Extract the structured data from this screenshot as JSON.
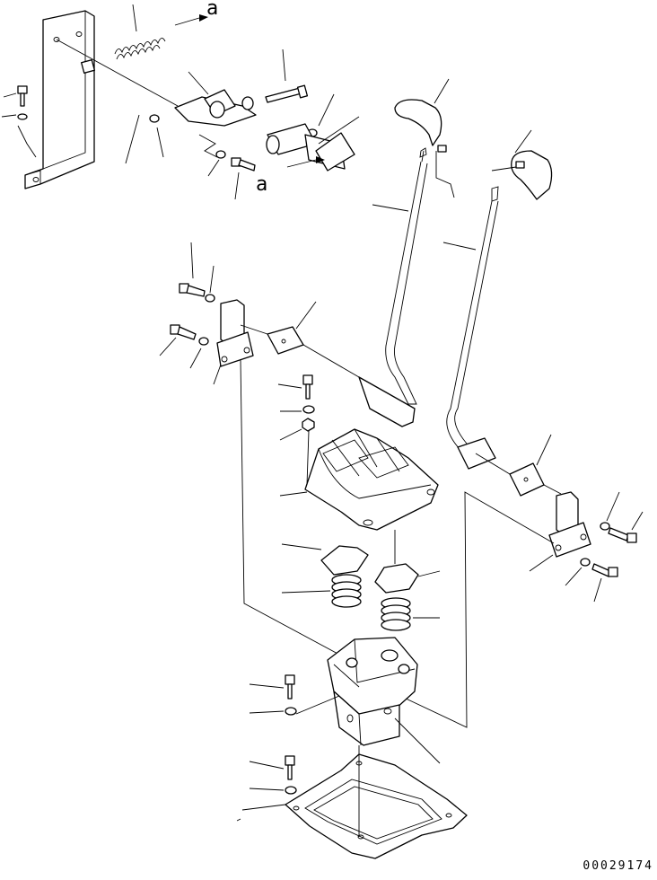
{
  "figure": {
    "ref_labels": [
      "a",
      "a"
    ],
    "drawing_number": "00029174"
  }
}
